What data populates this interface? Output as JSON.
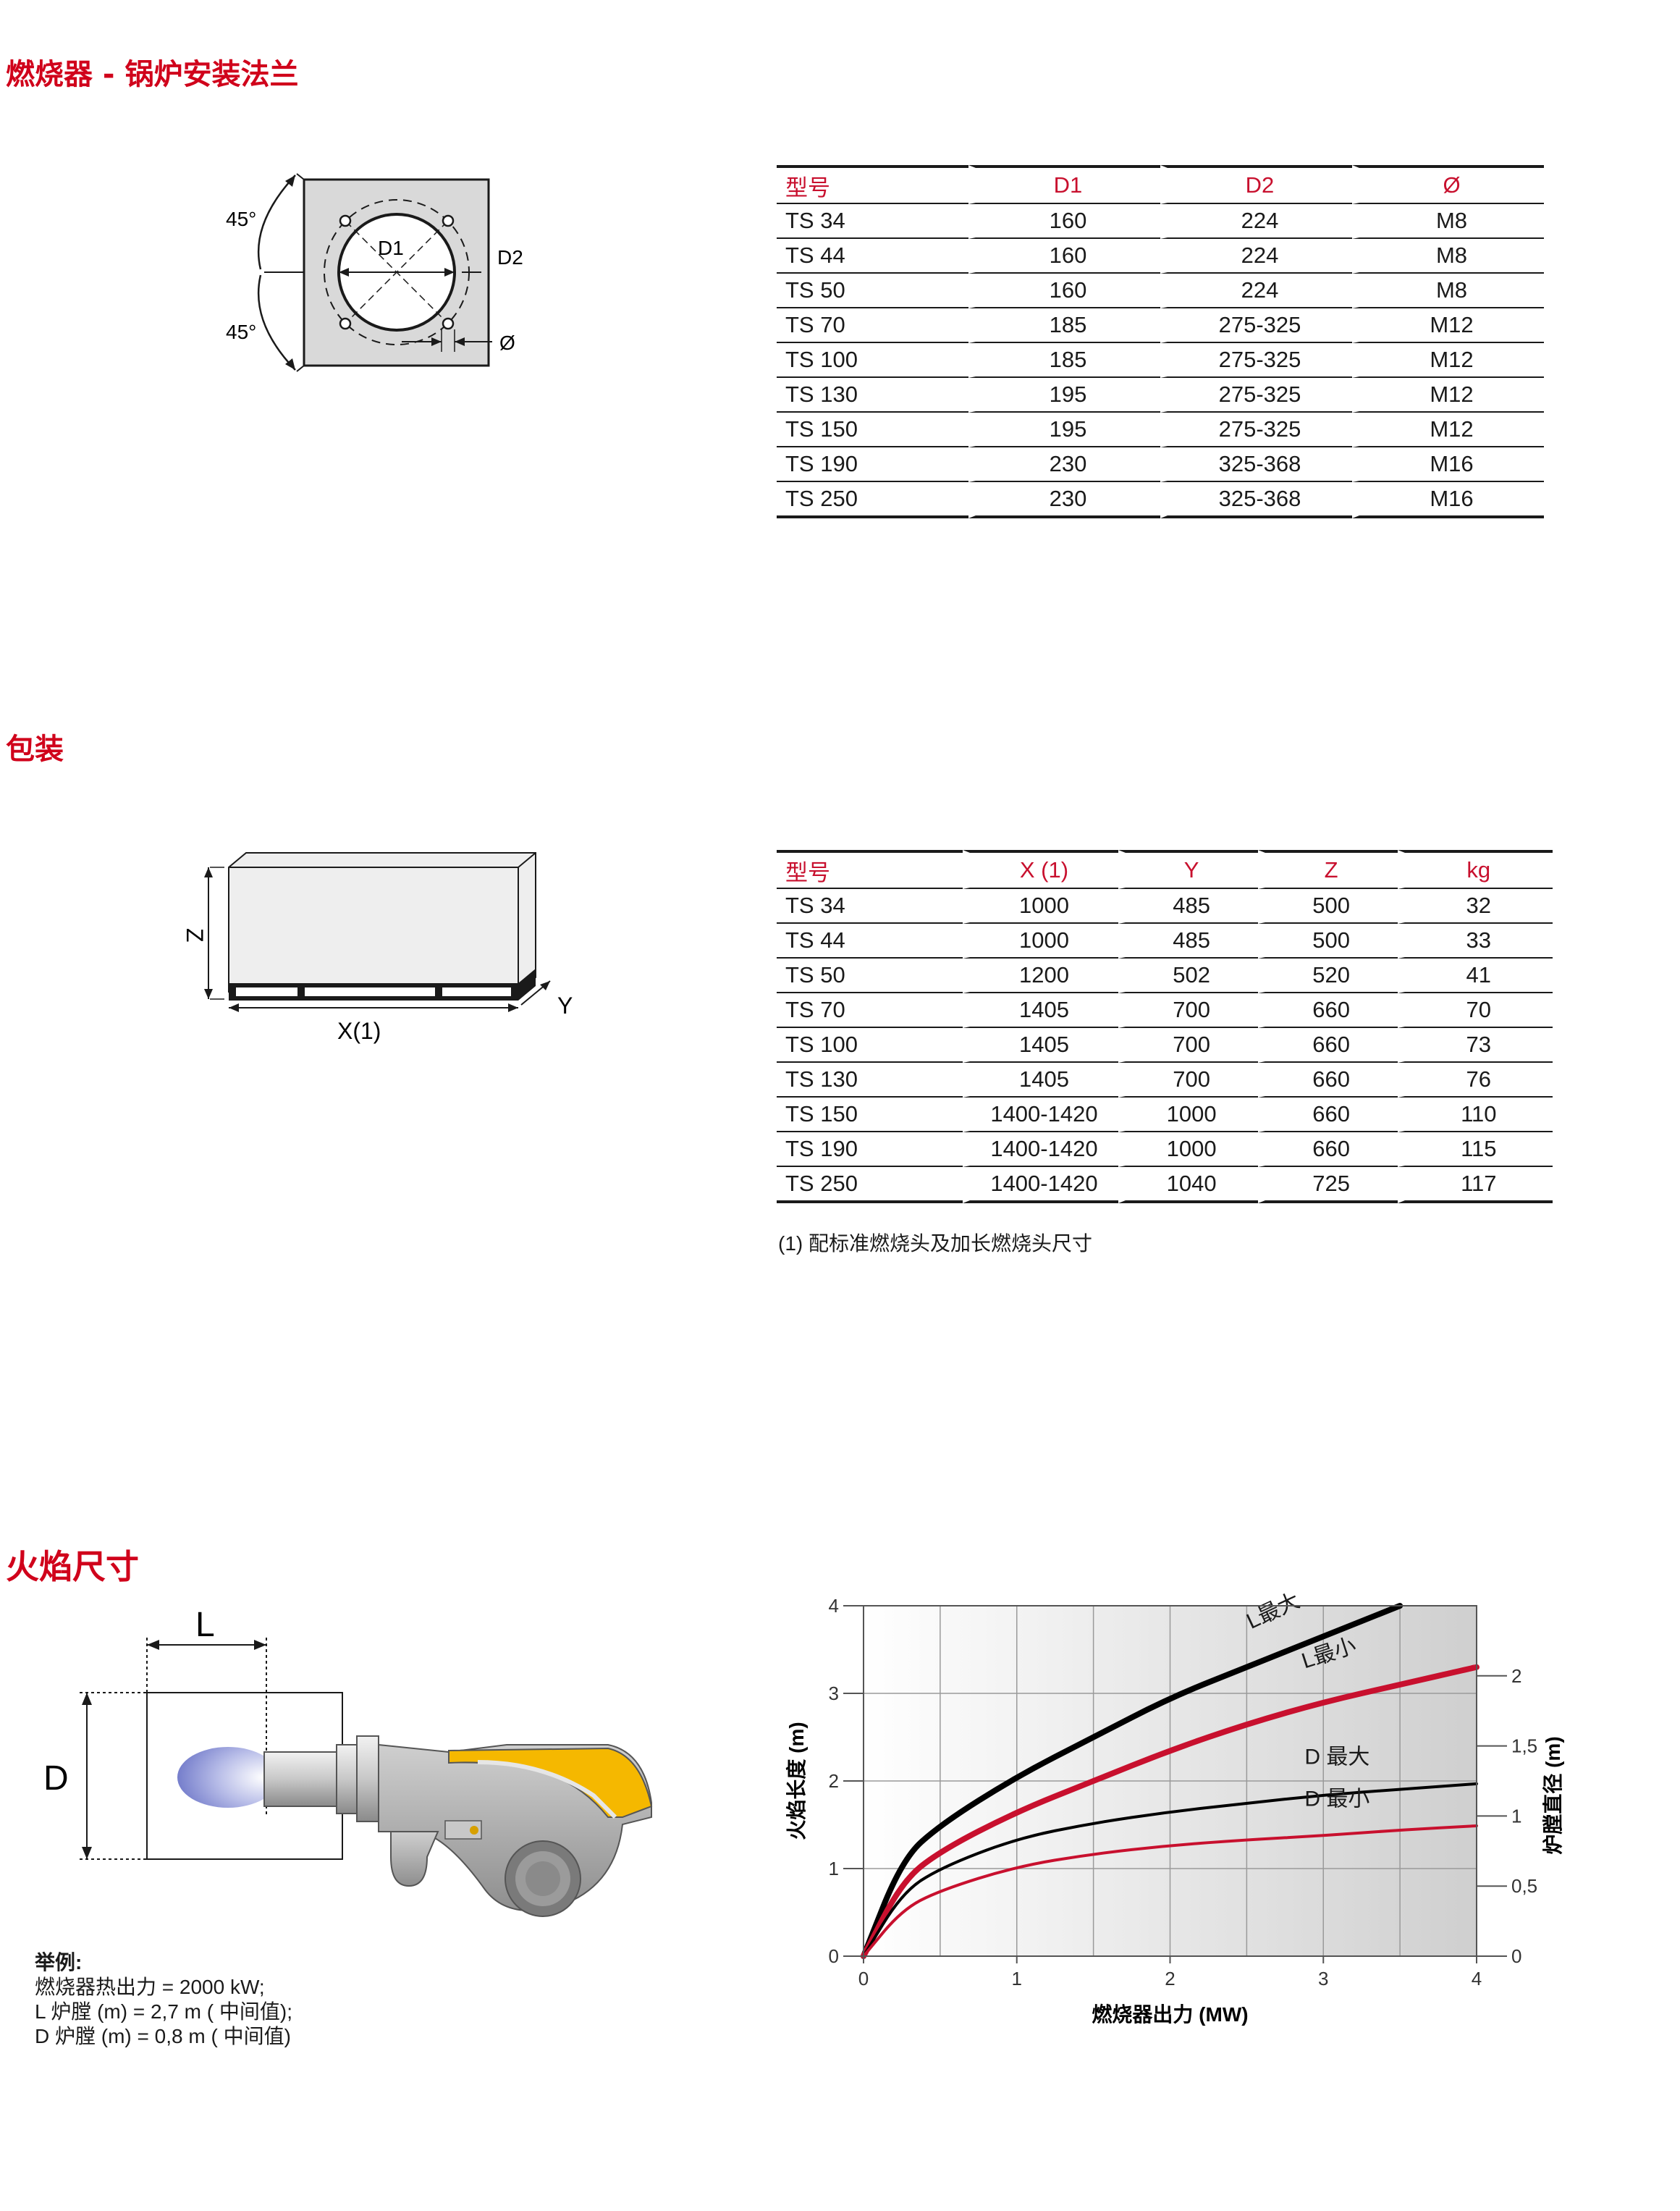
{
  "sections": {
    "flange_title": "燃烧器 -  锅炉安装法兰",
    "packaging_title": "包装",
    "flame_title": "火焰尺寸"
  },
  "flange_diagram": {
    "angle_top": "45°",
    "angle_bottom": "45°",
    "d1": "D1",
    "d2": "D2",
    "phi": "Ø"
  },
  "flange_table": {
    "headers": [
      "型号",
      "D1",
      "D2",
      "Ø"
    ],
    "rows": [
      [
        "TS 34",
        "160",
        "224",
        "M8"
      ],
      [
        "TS 44",
        "160",
        "224",
        "M8"
      ],
      [
        "TS 50",
        "160",
        "224",
        "M8"
      ],
      [
        "TS 70",
        "185",
        "275-325",
        "M12"
      ],
      [
        "TS 100",
        "185",
        "275-325",
        "M12"
      ],
      [
        "TS 130",
        "195",
        "275-325",
        "M12"
      ],
      [
        "TS 150",
        "195",
        "275-325",
        "M12"
      ],
      [
        "TS 190",
        "230",
        "325-368",
        "M16"
      ],
      [
        "TS 250",
        "230",
        "325-368",
        "M16"
      ]
    ]
  },
  "package_diagram": {
    "z": "Z",
    "x": "X(1)",
    "y": "Y"
  },
  "package_table": {
    "headers": [
      "型号",
      "X (1)",
      "Y",
      "Z",
      "kg"
    ],
    "rows": [
      [
        "TS 34",
        "1000",
        "485",
        "500",
        "32"
      ],
      [
        "TS 44",
        "1000",
        "485",
        "500",
        "33"
      ],
      [
        "TS 50",
        "1200",
        "502",
        "520",
        "41"
      ],
      [
        "TS 70",
        "1405",
        "700",
        "660",
        "70"
      ],
      [
        "TS 100",
        "1405",
        "700",
        "660",
        "73"
      ],
      [
        "TS 130",
        "1405",
        "700",
        "660",
        "76"
      ],
      [
        "TS 150",
        "1400-1420",
        "1000",
        "660",
        "110"
      ],
      [
        "TS 190",
        "1400-1420",
        "1000",
        "660",
        "115"
      ],
      [
        "TS 250",
        "1400-1420",
        "1040",
        "725",
        "117"
      ]
    ],
    "note": "(1) 配标准燃烧头及加长燃烧头尺寸"
  },
  "flame_diagram": {
    "l": "L",
    "d": "D"
  },
  "example": {
    "title": "举例:",
    "line1": "燃烧器热出力 = 2000 kW;",
    "line2": "L 炉膛 (m)  = 2,7 m (  中间值);",
    "line3": "D 炉膛 (m)  = 0,8 m (   中间值)"
  },
  "chart_data": {
    "type": "line",
    "xlabel": "燃烧器出力 (MW)",
    "ylabel": "火焰长度 (m)",
    "y2label": "炉膛直径 (m)",
    "xlim": [
      0,
      4
    ],
    "ylim": [
      0,
      4
    ],
    "y2lim": [
      0,
      2.5
    ],
    "xticks": [
      "0",
      "1",
      "2",
      "3",
      "4"
    ],
    "yticks": [
      "0",
      "1",
      "2",
      "3",
      "4"
    ],
    "y2ticks": [
      "0",
      "0,5",
      "1",
      "1,5",
      "2"
    ],
    "grid": true,
    "series": [
      {
        "name": "L最大",
        "axis": "left",
        "color": "#000000",
        "width": "thick",
        "x": [
          0,
          0.25,
          0.5,
          1,
          1.5,
          2,
          2.5,
          3,
          3.5
        ],
        "y": [
          0,
          1.1,
          1.5,
          2.05,
          2.5,
          2.95,
          3.3,
          3.65,
          4.0
        ]
      },
      {
        "name": "L最小",
        "axis": "left",
        "color": "#c8102e",
        "width": "thick",
        "x": [
          0,
          0.25,
          0.5,
          1,
          1.5,
          2,
          2.5,
          3,
          3.5,
          4
        ],
        "y": [
          0,
          0.85,
          1.2,
          1.65,
          2.0,
          2.35,
          2.65,
          2.9,
          3.1,
          3.3
        ]
      },
      {
        "name": "D 最大",
        "axis": "right",
        "color": "#000000",
        "width": "thin",
        "x": [
          0,
          0.25,
          0.5,
          1,
          1.5,
          2,
          2.5,
          3,
          3.5,
          4
        ],
        "y": [
          0,
          0.45,
          0.63,
          0.84,
          0.95,
          1.03,
          1.09,
          1.15,
          1.19,
          1.23
        ]
      },
      {
        "name": "D 最小",
        "axis": "right",
        "color": "#c8102e",
        "width": "thin",
        "x": [
          0,
          0.25,
          0.5,
          1,
          1.5,
          2,
          2.5,
          3,
          3.5,
          4
        ],
        "y": [
          0,
          0.33,
          0.47,
          0.64,
          0.73,
          0.79,
          0.83,
          0.86,
          0.9,
          0.93
        ]
      }
    ]
  }
}
